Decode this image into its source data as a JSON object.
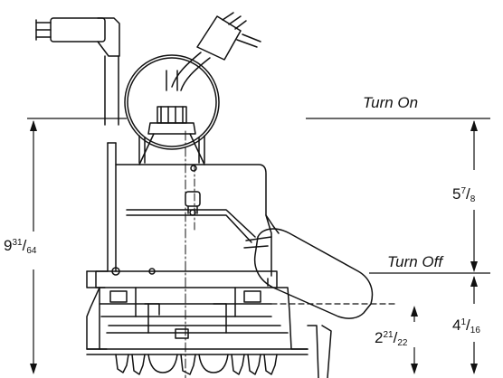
{
  "labels": {
    "turn_on": "Turn On",
    "turn_off": "Turn Off"
  },
  "dimensions": {
    "overall_height": {
      "whole": "9",
      "num": "31",
      "den": "64"
    },
    "turn_on_to_off": {
      "whole": "5",
      "num": "7",
      "den": "8"
    },
    "turn_off_height": {
      "whole": "4",
      "num": "1",
      "den": "16"
    },
    "inlet_height": {
      "whole": "2",
      "num": "21",
      "den": "22"
    }
  },
  "colors": {
    "line": "#111111",
    "background": "#ffffff"
  }
}
